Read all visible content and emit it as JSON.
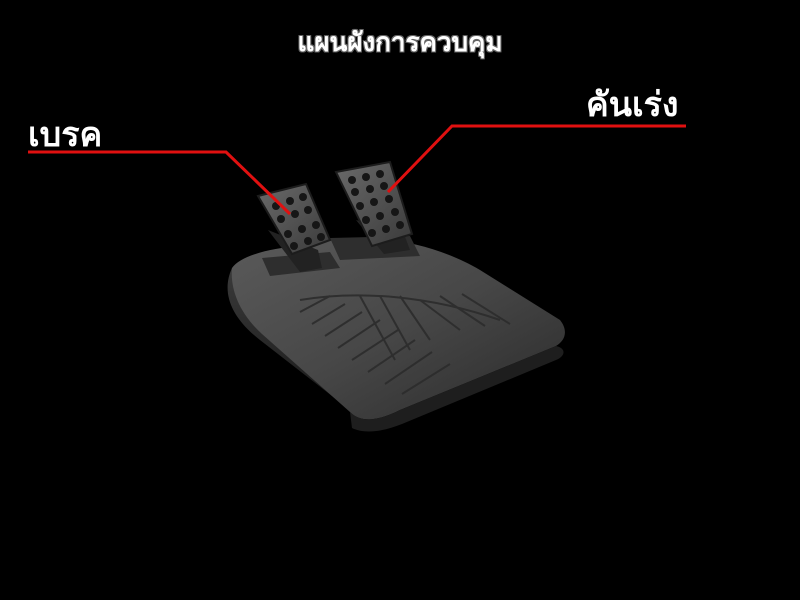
{
  "title": "แผนผังการควบคุม",
  "labels": {
    "brake": "เบรค",
    "accelerator": "คันเร่ง"
  },
  "colors": {
    "background": "#000000",
    "leader_line": "#e01010",
    "text": "#ffffff",
    "pedal_body": "#3a3a3a"
  },
  "icons": {
    "pedal_unit": "pedal-unit-image"
  }
}
